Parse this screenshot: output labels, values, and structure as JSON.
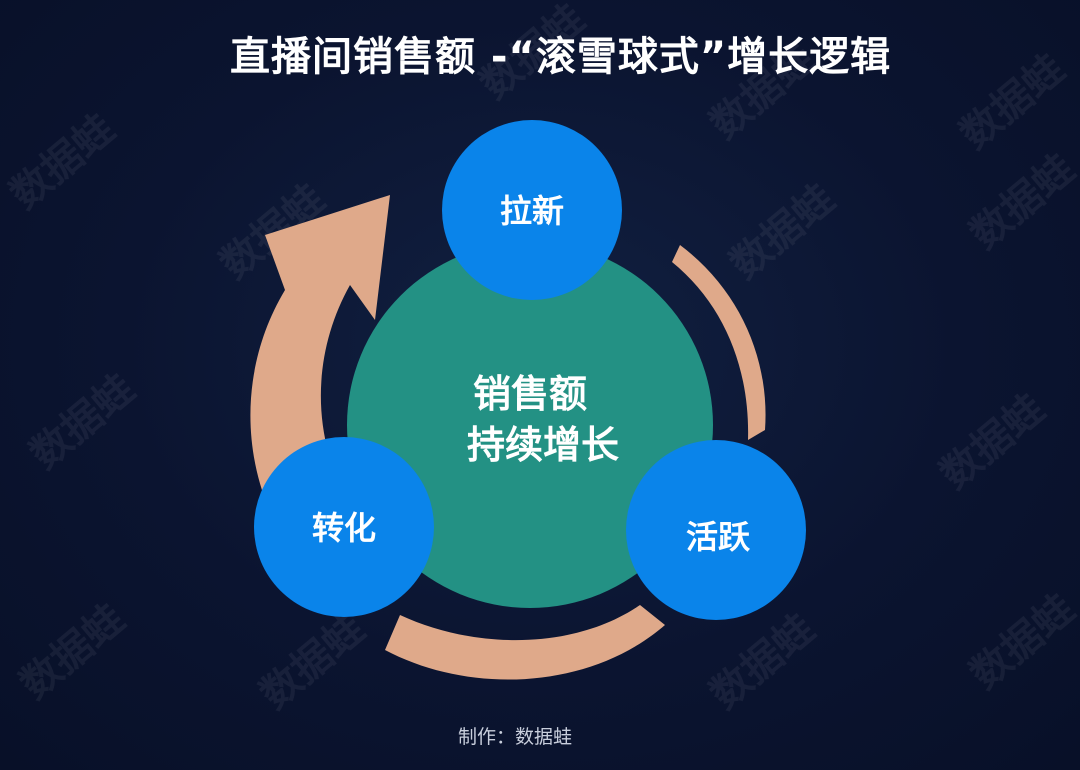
{
  "title": "直播间销售额 -“滚雪球式”增长逻辑",
  "center": {
    "line1": "销售额",
    "line2": "持续增长"
  },
  "nodes": {
    "top": "拉新",
    "right": "活跃",
    "left": "转化"
  },
  "credit": "制作：数据蛙",
  "watermark_text": "数据蛙",
  "colors": {
    "background": "#0b1430",
    "center_circle": "#239184",
    "node_circle": "#0a84ea",
    "arrow": "#dfa98a"
  }
}
